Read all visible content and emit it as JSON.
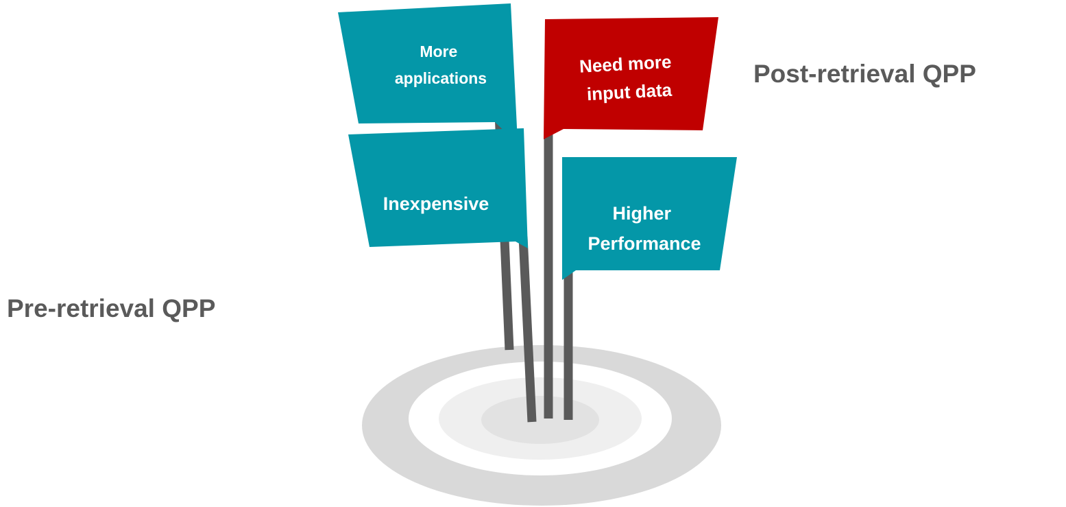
{
  "colors": {
    "teal": "#0497a8",
    "red": "#c00000",
    "pole": "#5a5a5a",
    "target_outer": "#d9d9d9",
    "target_light": "#f2f2f2",
    "target_ring": "#e6e6e6",
    "white": "#ffffff",
    "side_text": "#5a5a5a"
  },
  "labels": {
    "pre_retrieval": "Pre-retrieval QPP",
    "post_retrieval": "Post-retrieval QPP"
  },
  "flags": [
    {
      "id": "more-applications",
      "lines": [
        "More",
        "applications"
      ],
      "color": "red-false"
    },
    {
      "id": "need-more-input",
      "lines": [
        "Need more",
        "input data"
      ]
    },
    {
      "id": "inexpensive",
      "lines": [
        "Inexpensive"
      ]
    },
    {
      "id": "higher-performance",
      "lines": [
        "Higher",
        "Performance"
      ]
    }
  ]
}
